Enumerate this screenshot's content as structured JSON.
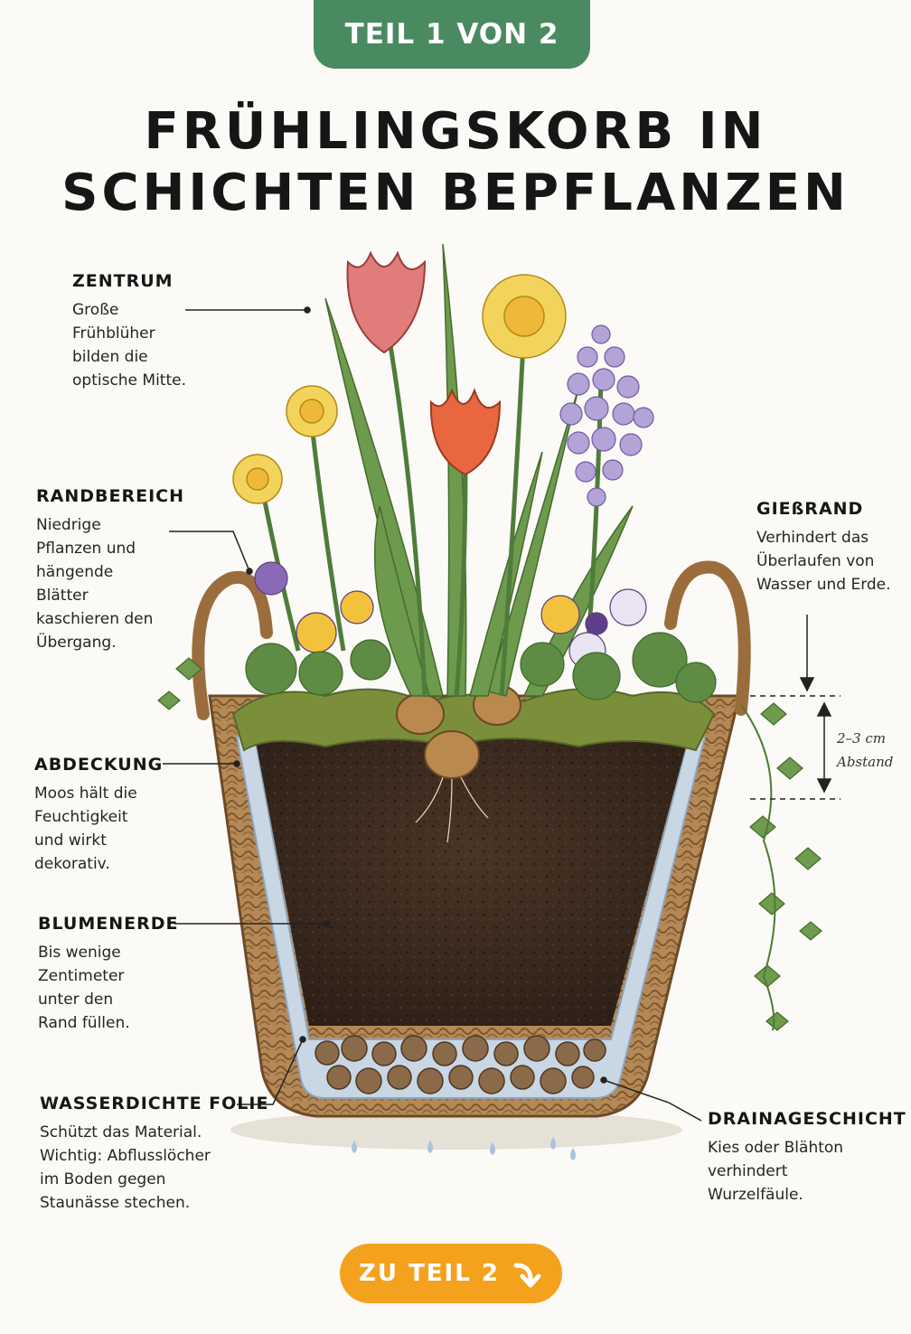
{
  "badge": "TEIL 1 VON 2",
  "title": {
    "line1": "FRÜHLINGSKORB IN",
    "line2": "SCHICHTEN BEPFLANZEN"
  },
  "labels": {
    "zentrum": {
      "heading": "ZENTRUM",
      "lines": [
        "Große",
        "Frühblüher",
        "bilden die",
        "optische Mitte."
      ]
    },
    "randbereich": {
      "heading": "RANDBEREICH",
      "lines": [
        "Niedrige",
        "Pflanzen und",
        "hängende",
        "Blätter",
        "kaschieren den",
        "Übergang."
      ]
    },
    "giessrand": {
      "heading": "GIEßRAND",
      "lines": [
        "Verhindert das",
        "Überlaufen von",
        "Wasser und Erde."
      ]
    },
    "abdeckung": {
      "heading": "ABDECKUNG",
      "lines": [
        "Moos hält die",
        "Feuchtigkeit",
        "und wirkt",
        "dekorativ."
      ]
    },
    "blumenerde": {
      "heading": "BLUMENERDE",
      "lines": [
        "Bis wenige",
        "Zentimeter",
        "unter den",
        "Rand füllen."
      ]
    },
    "folie": {
      "heading": "WASSERDICHTE FOLIE",
      "lines": [
        "Schützt das Material.",
        "Wichtig: Abflusslöcher",
        "im Boden gegen",
        "Staunässe stechen."
      ]
    },
    "drainage": {
      "heading": "DRAINAGESCHICHT",
      "lines": [
        "Kies oder Blähton",
        "verhindert",
        "Wurzelfäule."
      ]
    }
  },
  "gap": {
    "line1": "2–3 cm",
    "line2": "Abstand"
  },
  "cta": {
    "label": "ZU TEIL 2",
    "icon": "arrow-down-right-icon"
  },
  "colors": {
    "badge": "#4a8a60",
    "cta": "#f4a21e",
    "soil": "#3b2a1f",
    "wicker": "#a67a47"
  }
}
